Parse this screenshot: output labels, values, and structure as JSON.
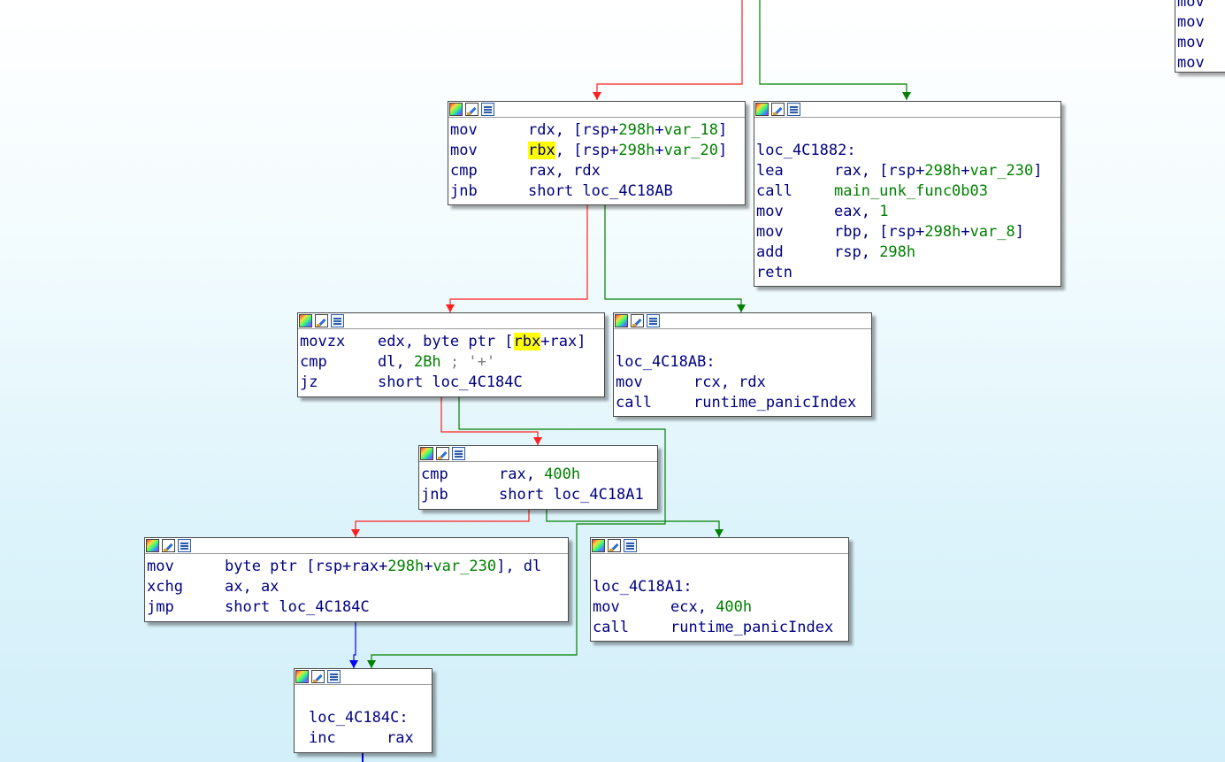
{
  "colors": {
    "branch_false": "#ff2020",
    "branch_true": "#008000",
    "unconditional": "#0000ff",
    "text": "#000080",
    "number": "#008000",
    "highlight": "#ffff00"
  },
  "header_icons": [
    "color-palette-icon",
    "edit-icon",
    "graph-overview-icon"
  ],
  "nodes": {
    "top_right_partial": {
      "lines": [
        "mov",
        "mov",
        "mov",
        "mov"
      ]
    },
    "block_cmp_rdx": {
      "lines": [
        {
          "mn": "mov",
          "op": "rdx, [rsp+298h+var_18]"
        },
        {
          "mn": "mov",
          "op": "rbx, [rsp+298h+var_20]"
        },
        {
          "mn": "cmp",
          "op": "rax, rdx"
        },
        {
          "mn": "jnb",
          "op": "short loc_4C18AB"
        }
      ]
    },
    "loc_4C1882": {
      "label": "loc_4C1882:",
      "lines": [
        {
          "mn": "lea",
          "op": "rax, [rsp+298h+var_230]"
        },
        {
          "mn": "call",
          "op": "main_unk_func0b03"
        },
        {
          "mn": "mov",
          "op": "eax, 1"
        },
        {
          "mn": "mov",
          "op": "rbp, [rsp+298h+var_8]"
        },
        {
          "mn": "add",
          "op": "rsp, 298h"
        },
        {
          "mn": "retn",
          "op": ""
        }
      ]
    },
    "block_movzx": {
      "lines": [
        {
          "mn": "movzx",
          "op": "edx, byte ptr [rbx+rax]"
        },
        {
          "mn": "cmp",
          "op": "dl, 2Bh ; '+'"
        },
        {
          "mn": "jz",
          "op": "short loc_4C184C"
        }
      ]
    },
    "loc_4C18AB": {
      "label": "loc_4C18AB:",
      "lines": [
        {
          "mn": "mov",
          "op": "rcx, rdx"
        },
        {
          "mn": "call",
          "op": "runtime_panicIndex"
        }
      ]
    },
    "block_cmp_400": {
      "lines": [
        {
          "mn": "cmp",
          "op": "rax, 400h"
        },
        {
          "mn": "jnb",
          "op": "short loc_4C18A1"
        }
      ]
    },
    "block_store": {
      "lines": [
        {
          "mn": "mov",
          "op": "byte ptr [rsp+rax+298h+var_230], dl"
        },
        {
          "mn": "xchg",
          "op": "ax, ax"
        },
        {
          "mn": "jmp",
          "op": "short loc_4C184C"
        }
      ]
    },
    "loc_4C18A1": {
      "label": "loc_4C18A1:",
      "lines": [
        {
          "mn": "mov",
          "op": "ecx, 400h"
        },
        {
          "mn": "call",
          "op": "runtime_panicIndex"
        }
      ]
    },
    "loc_4C184C": {
      "label": "loc_4C184C:",
      "lines": [
        {
          "mn": "inc",
          "op": "rax"
        }
      ]
    }
  }
}
